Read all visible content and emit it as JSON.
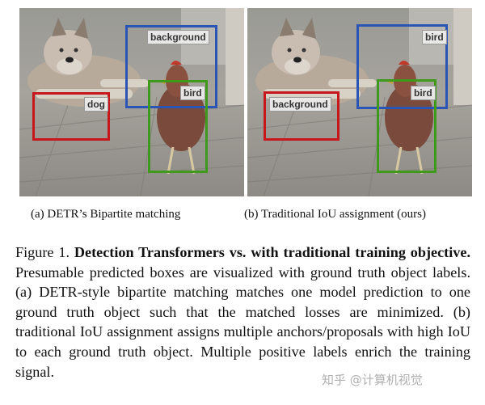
{
  "panel_a": {
    "labels": {
      "background": "background",
      "dog": "dog",
      "bird": "bird"
    },
    "caption": "(a) DETR’s Bipartite matching"
  },
  "panel_b": {
    "labels": {
      "bird_top": "bird",
      "background": "background",
      "bird_mid": "bird"
    },
    "caption": "(b) Traditional IoU assignment (ours)"
  },
  "figure": {
    "prefix": "Figure 1.",
    "title": "Detection Transformers vs. with traditional training objective.",
    "body": "Presumable predicted boxes are visualized with ground truth object labels. (a) DETR-style bipartite matching matches one model prediction to one ground truth object such that the matched losses are minimized. (b) traditional IoU assignment assigns multiple anchors/proposals with high IoU to each ground truth object. Multiple positive labels enrich the training signal."
  },
  "watermark": "知乎 @计算机视觉",
  "colors": {
    "red": "#c8161d",
    "blue": "#2a55b4",
    "green": "#3f9a1c"
  }
}
